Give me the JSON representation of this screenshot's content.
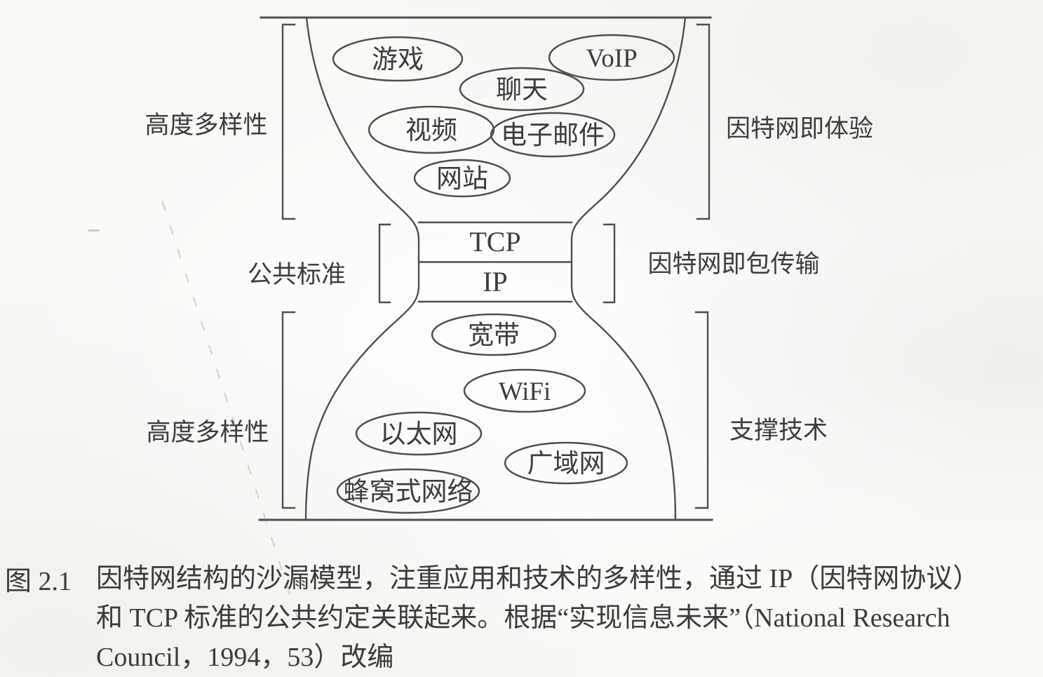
{
  "side_labels": {
    "top_left": "高度多样性",
    "middle_left": "公共标准",
    "bottom_left": "高度多样性",
    "top_right": "因特网即体验",
    "middle_right": "因特网即包传输",
    "bottom_right": "支撑技术"
  },
  "waist": {
    "top": "TCP",
    "bottom": "IP"
  },
  "applications": [
    "游戏",
    "VoIP",
    "聊天",
    "视频",
    "电子邮件",
    "网站"
  ],
  "technologies": [
    "宽带",
    "WiFi",
    "以太网",
    "广域网",
    "蜂窝式网络"
  ],
  "figure_caption": {
    "number": "图 2.1",
    "line1": "因特网结构的沙漏模型，注重应用和技术的多样性，通过 IP（因特网协议）",
    "line2": "和 TCP 标准的公共约定关联起来。根据“实现信息未来”（National Research",
    "line3": "Council，1994，53）改编"
  }
}
